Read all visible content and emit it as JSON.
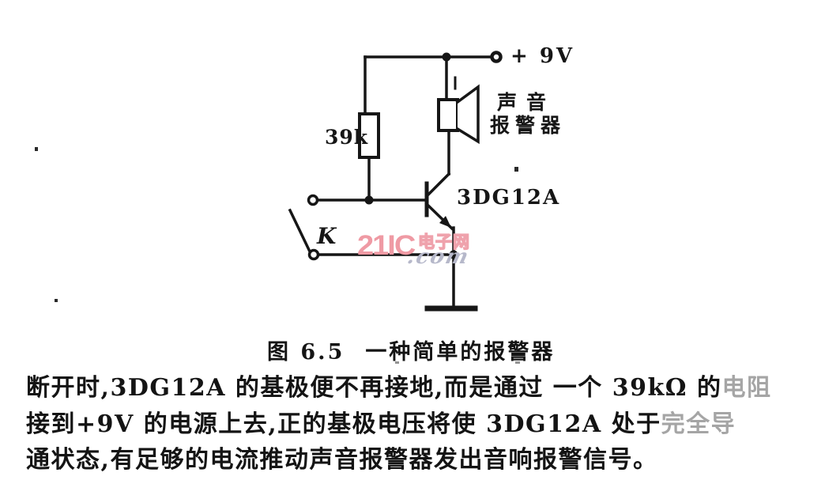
{
  "figure": {
    "caption_prefix": "图 6.5",
    "caption_title": "一种简单的报警器"
  },
  "circuit": {
    "labels": {
      "supply": "+ 9V",
      "resistor": "39k",
      "transistor": "3DG12A",
      "switch": "K",
      "speaker_line1": "声音",
      "speaker_line2": "报警器"
    },
    "colors": {
      "ink": "#161616"
    }
  },
  "watermark": {
    "brand": "21IC",
    "brand_cn": "电子网",
    "domain_suffix": ".com",
    "color_pink": "#ef9aa4",
    "color_gray": "#b6b8ca"
  },
  "body": {
    "line1_main": "断开时,3DG12A 的基极便不再接地,而是通过 一个 39kΩ 的",
    "line1_faint": "电阻",
    "line2_main": "接到+9V 的电源上去,正的基极电压将使 3DG12A 处于",
    "line2_faint": "完全导",
    "line3_main": "通状态,有足够的电流推动声音报警器发出音响报警信号。",
    "line3_faint": ""
  }
}
